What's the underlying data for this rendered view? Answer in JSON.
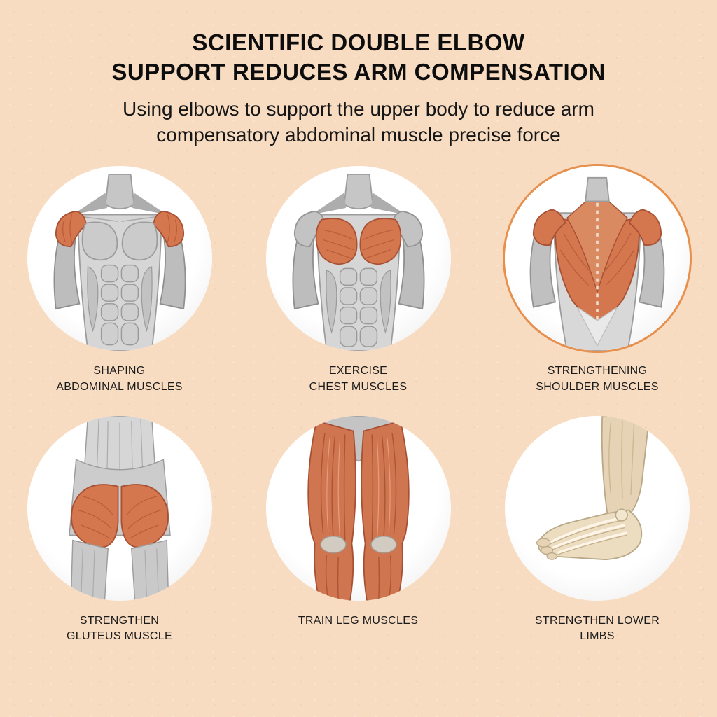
{
  "page": {
    "background_color": "#f7dcc2",
    "accent_color": "#d4764e",
    "ring_color": "#e78f4c"
  },
  "header": {
    "title_line1": "SCIENTIFIC DOUBLE ELBOW",
    "title_line2": "SUPPORT REDUCES ARM COMPENSATION",
    "subtitle_line1": "Using elbows to support the upper body to reduce arm",
    "subtitle_line2": "compensatory abdominal muscle precise force"
  },
  "features": [
    {
      "id": "abdominal",
      "icon": "front-torso-abs-illustration",
      "label_line1": "SHAPING",
      "label_line2": "ABDOMINAL MUSCLES",
      "highlight_ring": false
    },
    {
      "id": "chest",
      "icon": "front-torso-chest-illustration",
      "label_line1": "EXERCISE",
      "label_line2": "CHEST MUSCLES",
      "highlight_ring": false
    },
    {
      "id": "shoulders",
      "icon": "back-torso-shoulders-illustration",
      "label_line1": "STRENGTHENING",
      "label_line2": "SHOULDER MUSCLES",
      "highlight_ring": true
    },
    {
      "id": "gluteus",
      "icon": "gluteus-illustration",
      "label_line1": "STRENGTHEN",
      "label_line2": "GLUTEUS MUSCLE",
      "highlight_ring": false
    },
    {
      "id": "legs",
      "icon": "legs-illustration",
      "label_line1": "TRAIN LEG MUSCLES",
      "label_line2": "",
      "highlight_ring": false
    },
    {
      "id": "lower_limbs",
      "icon": "foot-ankle-illustration",
      "label_line1": "STRENGTHEN LOWER",
      "label_line2": "LIMBS",
      "highlight_ring": false
    }
  ]
}
